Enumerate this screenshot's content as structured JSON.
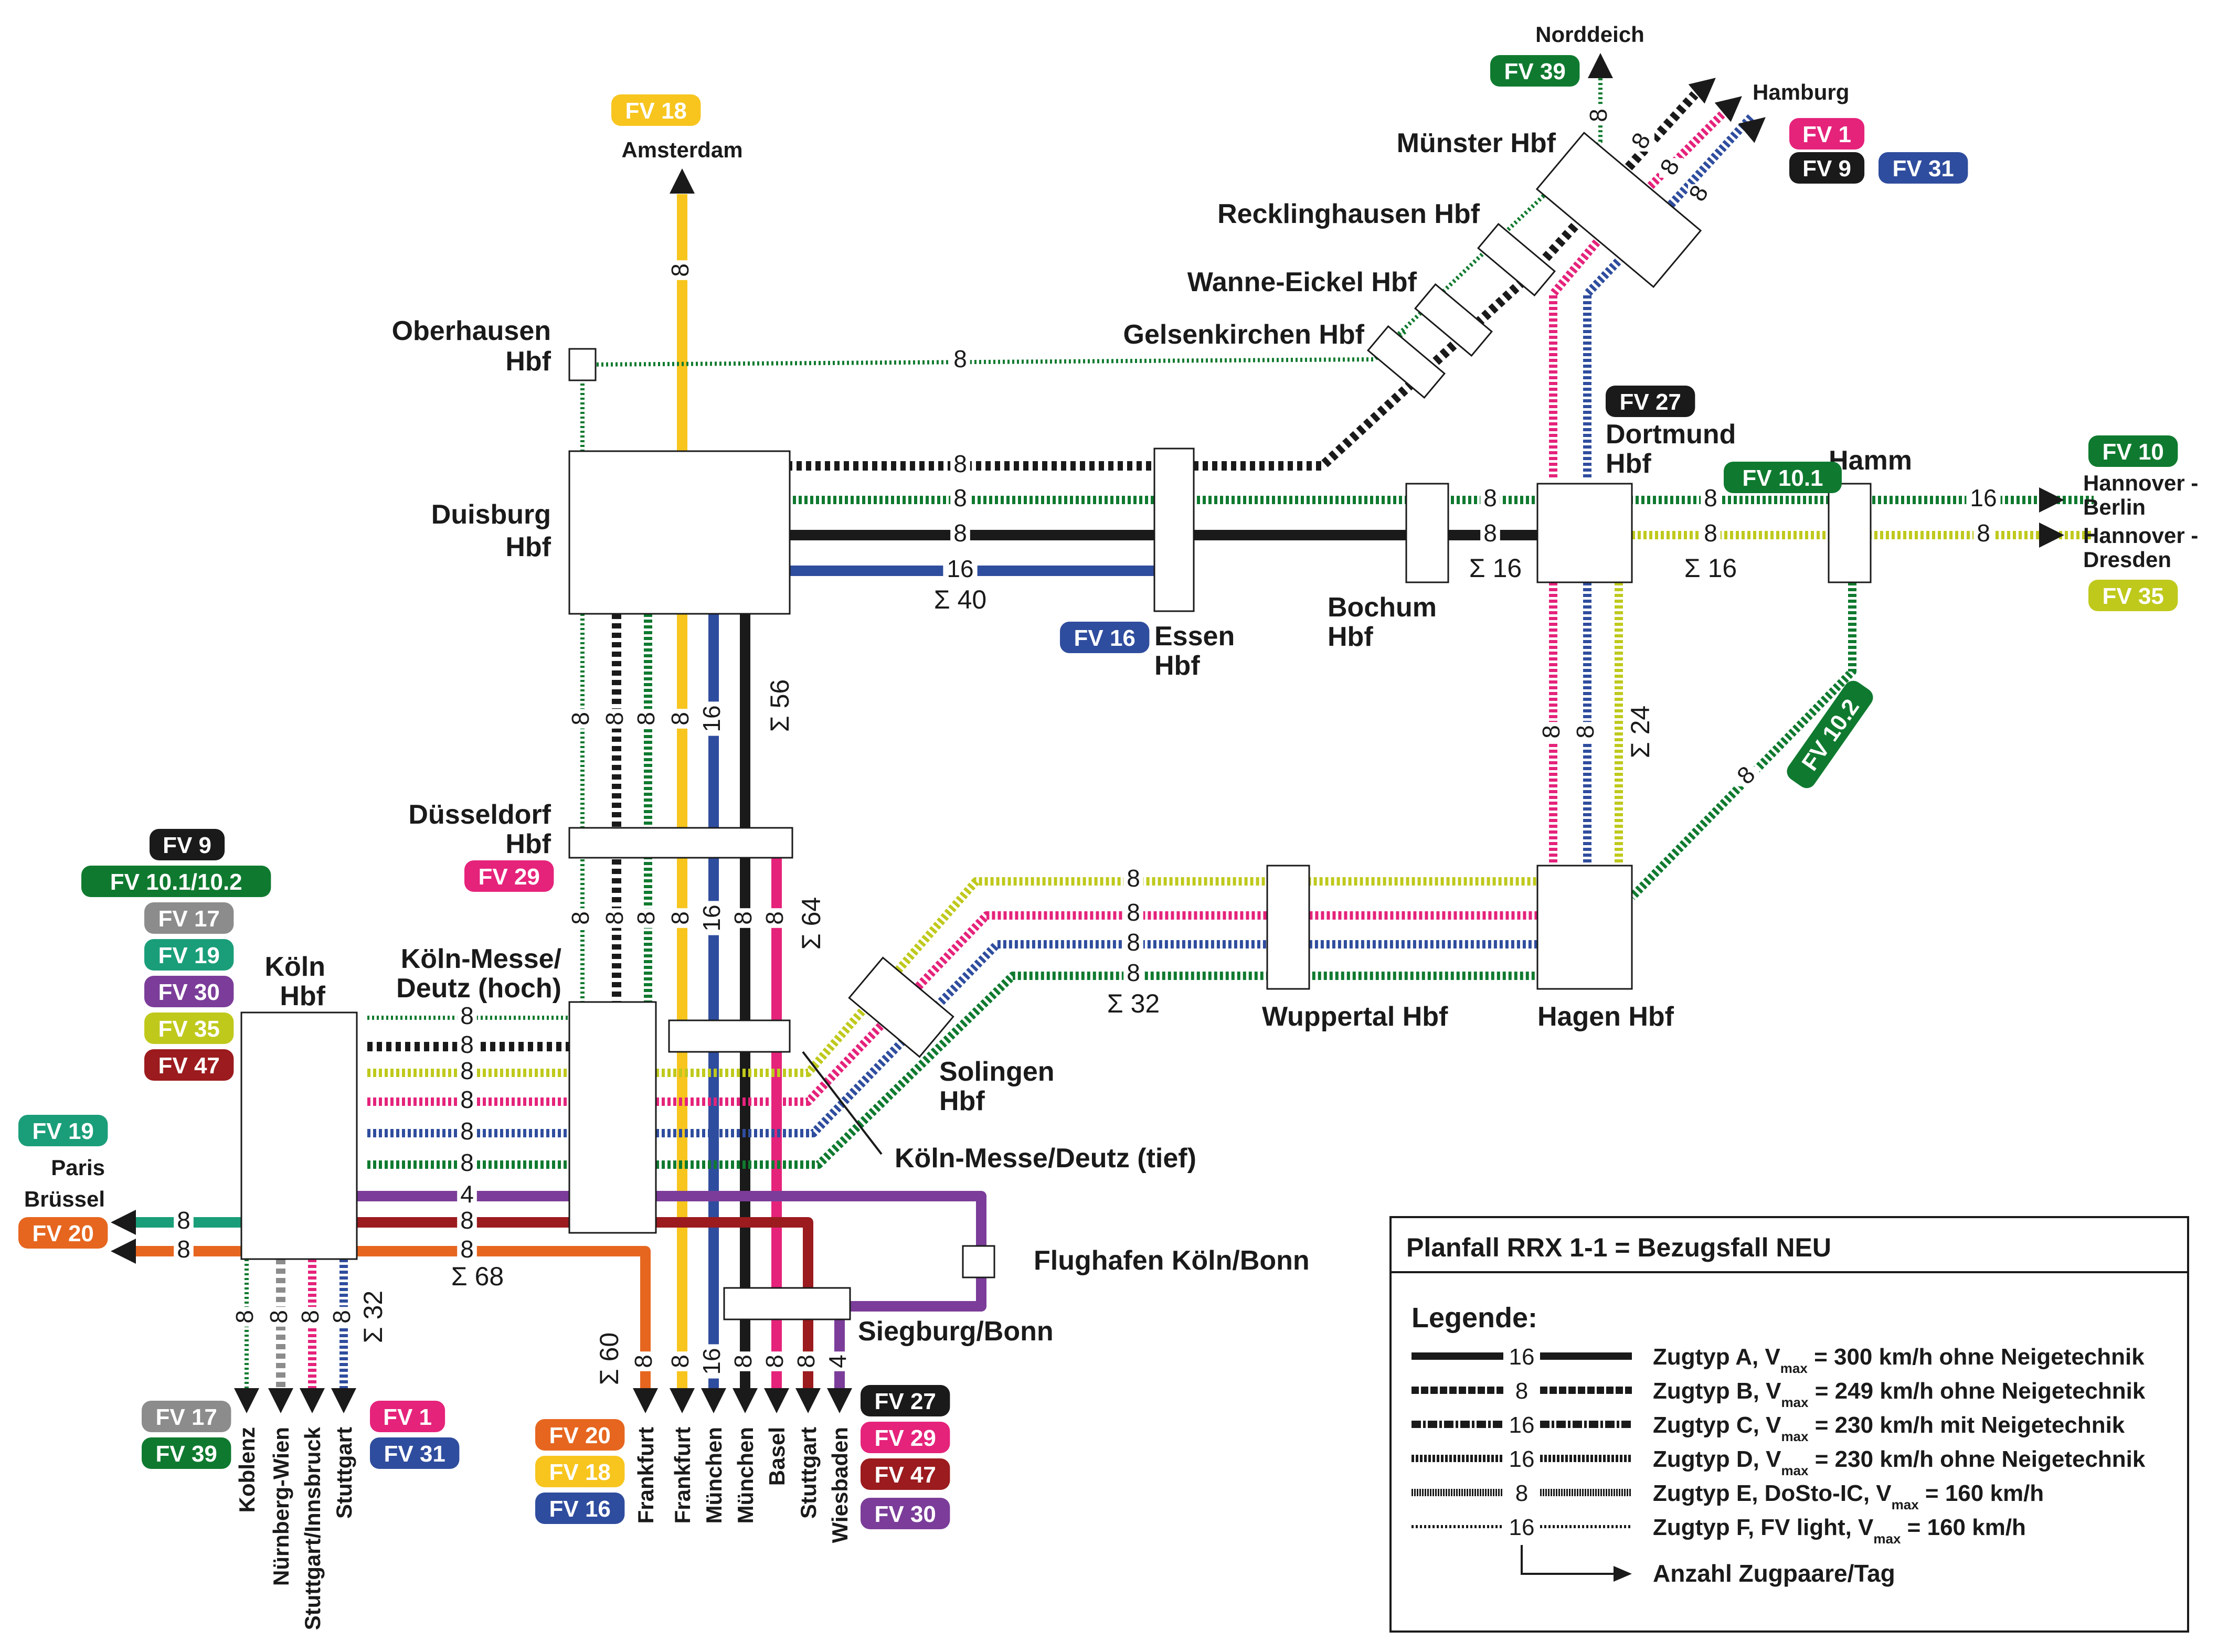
{
  "colors": {
    "fv1": "#e5237b",
    "fv9": "#1a1a1a",
    "fv10": "#0f7a2f",
    "fv16": "#2f4d9e",
    "fv17": "#8c8c8c",
    "fv18": "#f7c51e",
    "fv19": "#1a9e79",
    "fv20": "#e6661f",
    "fv27": "#1a1a1a",
    "fv29": "#e5237b",
    "fv30": "#7b3d99",
    "fv31": "#2f4d9e",
    "fv35": "#bfc91c",
    "fv39": "#0f7a2f",
    "fv47": "#9b1b1e"
  },
  "stations": {
    "oberhausen": "Oberhausen\nHbf",
    "duisburg": "Duisburg\nHbf",
    "essen": "Essen\nHbf",
    "bochum": "Bochum\nHbf",
    "dortmund": "Dortmund\nHbf",
    "hamm": "Hamm",
    "gelsenkirchen": "Gelsenkirchen Hbf",
    "wanne": "Wanne-Eickel Hbf",
    "recklinghausen": "Recklinghausen Hbf",
    "muenster": "Münster Hbf",
    "duesseldorf": "Düsseldorf\nHbf",
    "koeln": "Köln\nHbf",
    "deutz_hoch": "Köln-Messe/\nDeutz (hoch)",
    "deutz_tief": "Köln-Messe/Deutz (tief)",
    "solingen": "Solingen\nHbf",
    "wuppertal": "Wuppertal Hbf",
    "hagen": "Hagen Hbf",
    "flughafen": "Flughafen Köln/Bonn",
    "siegburg": "Siegburg/Bonn"
  },
  "destinations": {
    "norddeich": "Norddeich",
    "hamburg": "Hamburg",
    "amsterdam": "Amsterdam",
    "berlin": "Hannover -\nBerlin",
    "dresden": "Hannover -\nDresden",
    "paris": "Paris",
    "bruessel": "Brüssel",
    "koblenz": "Koblenz",
    "nuernberg": "Nürnberg-Wien",
    "stuttgart_innsbruck": "Stuttgart/Innsbruck",
    "stuttgart": "Stuttgart",
    "frankfurt1": "Frankfurt",
    "frankfurt2": "Frankfurt",
    "muenchen1": "München",
    "muenchen2": "München",
    "basel": "Basel",
    "stuttgart2": "Stuttgart",
    "wiesbaden": "Wiesbaden"
  },
  "badges": {
    "fv39_top": "FV 39",
    "fv18_top": "FV 18",
    "fv1_top": "FV 1",
    "fv9_top": "FV 9",
    "fv31_top": "FV 31",
    "fv27": "FV 27",
    "fv101": "FV 10.1",
    "fv10": "FV 10",
    "fv35_right": "FV 35",
    "fv16_essen": "FV 16",
    "fv102": "FV 10.2",
    "fv29_dus": "FV 29",
    "fv9_left": "FV 9",
    "fv1012": "FV 10.1/10.2",
    "fv17_left": "FV 17",
    "fv19_left": "FV 19",
    "fv30_left": "FV 30",
    "fv35_left": "FV 35",
    "fv47_left": "FV 47",
    "fv19_paris": "FV 19",
    "fv20_paris": "FV 20",
    "fv17_bot": "FV 17",
    "fv39_bot": "FV 39",
    "fv1_bot": "FV 1",
    "fv31_bot": "FV 31",
    "fv20_bot": "FV 20",
    "fv18_bot": "FV 18",
    "fv16_bot": "FV 16",
    "fv27_bot": "FV 27",
    "fv29_bot": "FV 29",
    "fv47_bot": "FV 47",
    "fv30_bot": "FV 30"
  },
  "counts": {
    "n8": "8",
    "n16": "16",
    "n4": "4",
    "s40": "Σ 40",
    "s16a": "Σ 16",
    "s16b": "Σ 16",
    "s56": "Σ 56",
    "s64": "Σ 64",
    "s24": "Σ 24",
    "s32a": "Σ 32",
    "s68": "Σ 68",
    "s32b": "Σ 32",
    "s60": "Σ 60"
  },
  "legend": {
    "title": "Planfall RRX 1-1 = Bezugsfall NEU",
    "heading": "Legende:",
    "rows": [
      {
        "sample": "16",
        "text": "Zugtyp A, V",
        "sub": "max",
        "rest": " = 300 km/h ohne Neigetechnik"
      },
      {
        "sample": "8",
        "text": "Zugtyp B, V",
        "sub": "max",
        "rest": " = 249 km/h ohne Neigetechnik"
      },
      {
        "sample": "16",
        "text": "Zugtyp C, V",
        "sub": "max",
        "rest": " = 230 km/h mit Neigetechnik"
      },
      {
        "sample": "16",
        "text": "Zugtyp D, V",
        "sub": "max",
        "rest": " = 230 km/h ohne Neigetechnik"
      },
      {
        "sample": "8",
        "text": "Zugtyp E, DoSto-IC, V",
        "sub": "max",
        "rest": " = 160 km/h"
      },
      {
        "sample": "16",
        "text": "Zugtyp F, FV light, V",
        "sub": "max",
        "rest": " = 160 km/h"
      }
    ],
    "arrow_note": "Anzahl Zugpaare/Tag"
  }
}
